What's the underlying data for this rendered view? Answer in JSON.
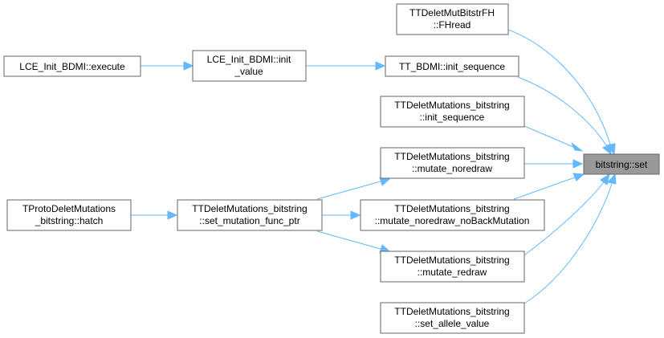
{
  "diagram": {
    "nodes": {
      "bitstring_set": {
        "lines": [
          "bitstring::set"
        ]
      },
      "fhread": {
        "lines": [
          "TTDeletMutBitstrFH",
          "::FHread"
        ]
      },
      "lce_execute": {
        "lines": [
          "LCE_Init_BDMI::execute"
        ]
      },
      "lce_init_value": {
        "lines": [
          "LCE_Init_BDMI::init",
          "_value"
        ]
      },
      "tt_bdmi_init_sequence": {
        "lines": [
          "TT_BDMI::init_sequence"
        ]
      },
      "init_sequence": {
        "lines": [
          "TTDeletMutations_bitstring",
          "::init_sequence"
        ]
      },
      "mutate_noredraw": {
        "lines": [
          "TTDeletMutations_bitstring",
          "::mutate_noredraw"
        ]
      },
      "hatch": {
        "lines": [
          "TProtoDeletMutations",
          "_bitstring::hatch"
        ]
      },
      "set_mutation_func_ptr": {
        "lines": [
          "TTDeletMutations_bitstring",
          "::set_mutation_func_ptr"
        ]
      },
      "mutate_noredraw_noback": {
        "lines": [
          "TTDeletMutations_bitstring",
          "::mutate_noredraw_noBackMutation"
        ]
      },
      "mutate_redraw": {
        "lines": [
          "TTDeletMutations_bitstring",
          "::mutate_redraw"
        ]
      },
      "set_allele_value": {
        "lines": [
          "TTDeletMutations_bitstring",
          "::set_allele_value"
        ]
      }
    },
    "colors": {
      "edge": "#63b8ff",
      "node_border": "#666666",
      "target_fill": "#999999"
    }
  }
}
